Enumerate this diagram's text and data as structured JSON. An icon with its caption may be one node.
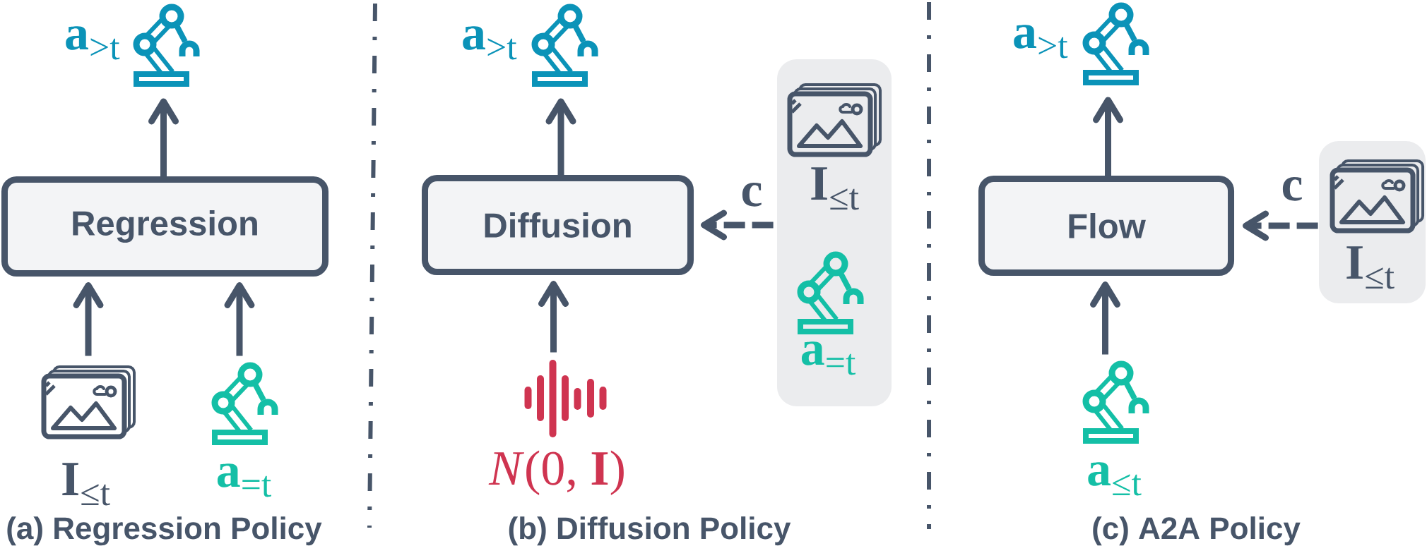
{
  "diagram": {
    "nodes": [
      {
        "text": [],
        "shape": "picture",
        "beside": [
          "**a**$_{>t}$"
        ]
      },
      {
        "text": [
          "Regression"
        ]
      },
      {
        "text": [],
        "shape": "picture",
        "beside": [
          "**I**$_{≤t}$"
        ]
      },
      {
        "text": [],
        "shape": "picture",
        "beside": [
          "**a**$_{=t}$"
        ]
      },
      {
        "text": [],
        "shape": "picture",
        "beside": [
          "**a**$_{>t}$"
        ]
      },
      {
        "text": [
          "Diffusion"
        ]
      },
      {
        "text": [],
        "shape": "box"
      },
      {
        "text": [],
        "shape": "picture",
        "in": 6,
        "beside": [
          "**I**$_{≤t}$"
        ]
      },
      {
        "text": [],
        "shape": "picture",
        "in": 6,
        "beside": [
          "**a**$_{=t}$"
        ]
      },
      {
        "text": [
          "*N*(0, **I**)"
        ]
      },
      {
        "text": [],
        "shape": "picture",
        "beside": [
          "**a**$_{>t}$"
        ]
      },
      {
        "text": [
          "Flow"
        ]
      },
      {
        "text": [],
        "shape": "box"
      },
      {
        "text": [],
        "shape": "picture",
        "in": 12,
        "beside": [
          "**I**$_{≤t}$"
        ]
      },
      {
        "text": [],
        "shape": "picture",
        "beside": [
          "**a**$_{≤t}$"
        ]
      }
    ],
    "edges": [
      {
        "from": 1,
        "to": 0,
        "arrow": "to"
      },
      {
        "from": 2,
        "to": 1,
        "arrow": "to"
      },
      {
        "from": 3,
        "to": 1,
        "arrow": "to"
      },
      {
        "from": 5,
        "to": 4,
        "arrow": "to"
      },
      {
        "from": 6,
        "to": 5,
        "arrow": "to",
        "label": "c",
        "style": "dashed"
      },
      {
        "from": 9,
        "to": 5,
        "arrow": "to"
      },
      {
        "from": 11,
        "to": 10,
        "arrow": "to"
      },
      {
        "from": 12,
        "to": 11,
        "arrow": "to",
        "label": "c",
        "style": "dashed"
      },
      {
        "from": 14,
        "to": 11,
        "arrow": "to"
      }
    ],
    "labels": [
      "(a) Regression Policy",
      "(b) Diffusion Policy",
      "(c) A2A Policy"
    ]
  }
}
